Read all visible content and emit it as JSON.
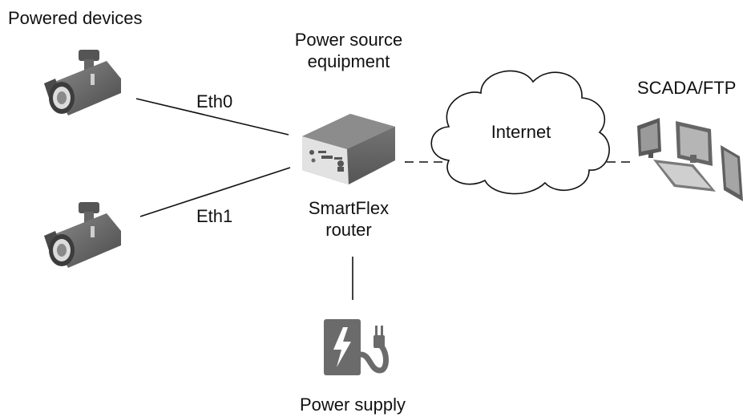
{
  "labels": {
    "powered_devices": "Powered devices",
    "pse_line1": "Power source",
    "pse_line2": "equipment",
    "eth0": "Eth0",
    "eth1": "Eth1",
    "router_line1": "SmartFlex",
    "router_line2": "router",
    "internet": "Internet",
    "scada": "SCADA/FTP",
    "power_supply": "Power supply"
  },
  "icons": {
    "camera_top": "security-camera-icon",
    "camera_bottom": "security-camera-icon",
    "router": "router-icon",
    "cloud": "cloud-icon",
    "workstation": "computer-workstation-icon",
    "power": "ev-charger-plug-icon"
  },
  "colors": {
    "icon_dark": "#444444",
    "icon_mid": "#6b6b6b",
    "icon_light": "#d9d9d9",
    "line": "#111111"
  }
}
